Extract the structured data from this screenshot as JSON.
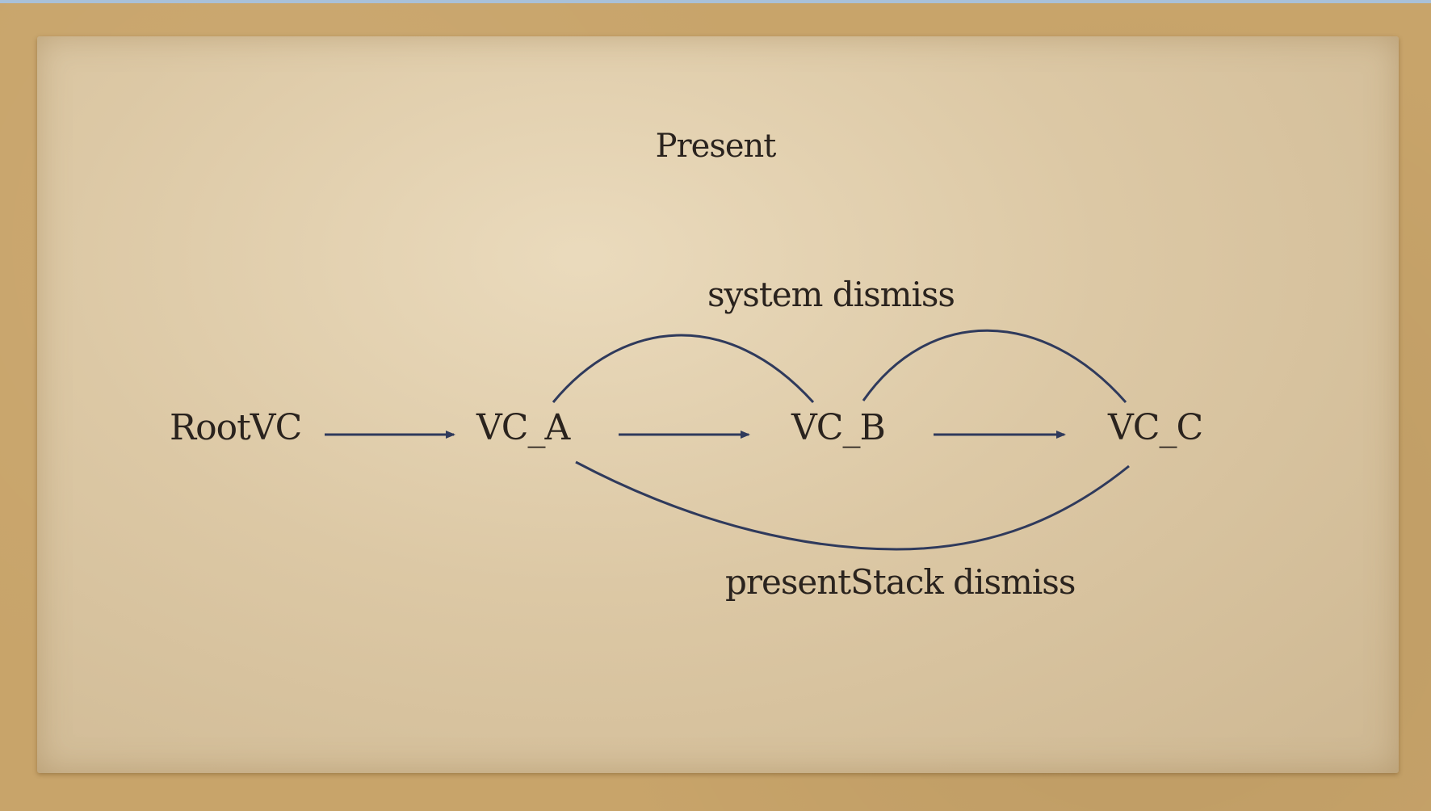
{
  "title": "Present",
  "nodes": {
    "root": "RootVC",
    "a": "VC_A",
    "b": "VC_B",
    "c": "VC_C"
  },
  "edge_labels": {
    "top": "system dismiss",
    "bottom": "presentStack dismiss"
  },
  "colors": {
    "arrow": "#2f3a5c",
    "text": "#2a231e",
    "paper": "#d9c4a0",
    "cork": "#c8a46a"
  }
}
